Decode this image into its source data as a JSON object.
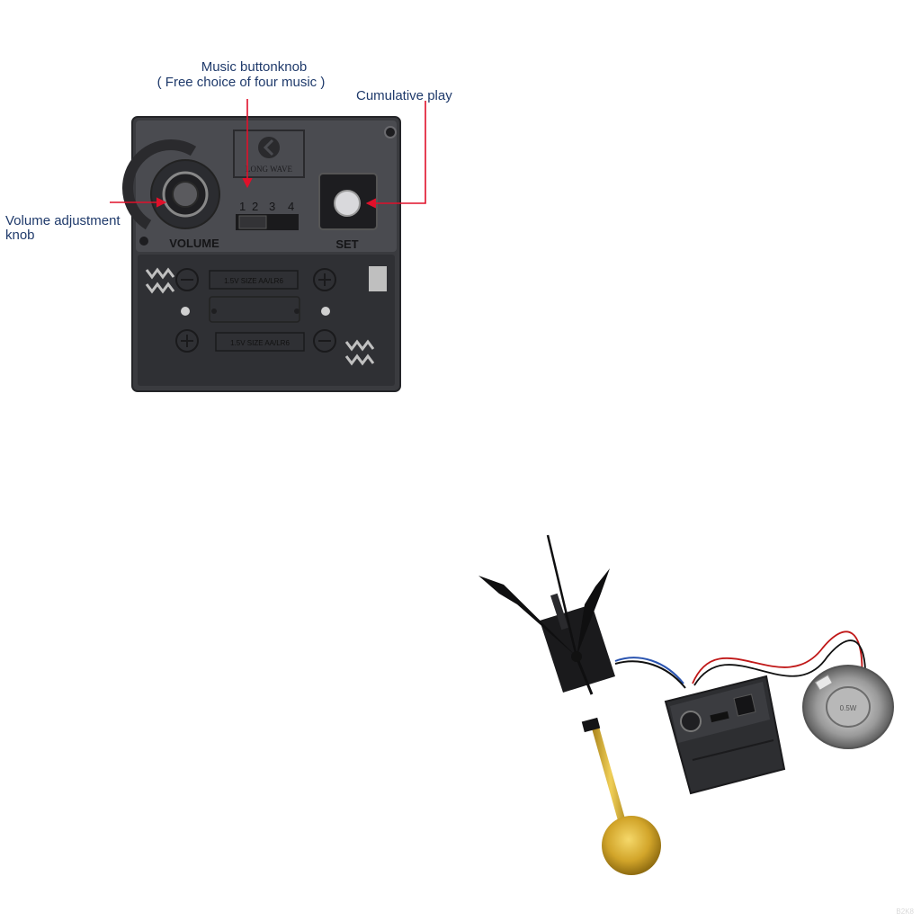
{
  "annotations": {
    "music_button_title": "Music buttonknob",
    "music_button_sub": "( Free choice of four music )",
    "cumulative_play": "Cumulative play",
    "volume_knob_line1": "Volume adjustment",
    "volume_knob_line2": "knob"
  },
  "module_labels": {
    "brand": "LONG WAVE",
    "volume": "VOLUME",
    "set": "SET",
    "switch_positions": [
      "1",
      "2",
      "3",
      "4"
    ],
    "battery_top": "1.5V  SIZE  AA/LR6",
    "battery_bottom": "1.5V  SIZE  AA/LR6"
  },
  "speaker_label": "0.5W",
  "watermark": "B2K8",
  "colors": {
    "arrow_red": "#e0102a",
    "module_body": "#3a3b3f",
    "pendulum_gold": "#c9a227"
  }
}
